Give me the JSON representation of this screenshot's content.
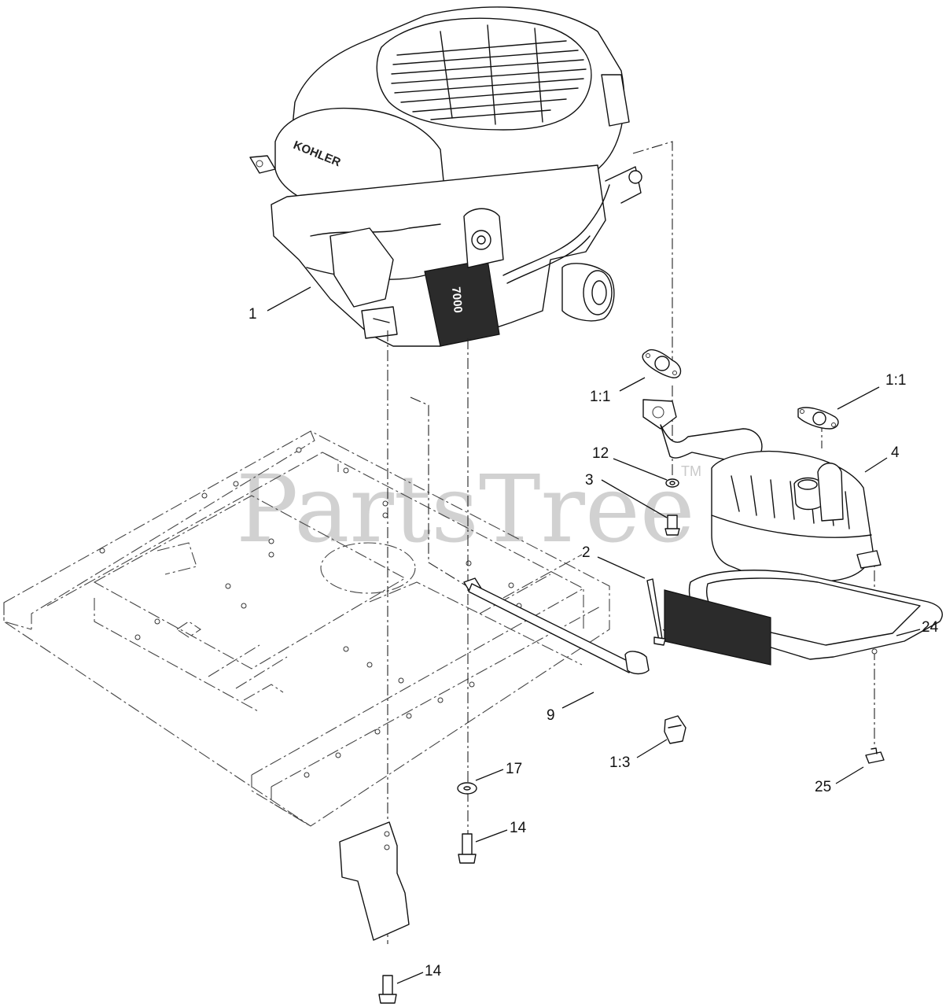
{
  "watermark": {
    "text": "PartsTree",
    "mark": "TM"
  },
  "engine_labels": {
    "brand": "KOHLER",
    "model": "7000"
  },
  "callouts": [
    {
      "id": "engine",
      "label": "1"
    },
    {
      "id": "gasket-left",
      "label": "1:1"
    },
    {
      "id": "gasket-right",
      "label": "1:1"
    },
    {
      "id": "washer-12",
      "label": "12"
    },
    {
      "id": "bolt-3",
      "label": "3"
    },
    {
      "id": "muffler",
      "label": "4"
    },
    {
      "id": "rod-2",
      "label": "2"
    },
    {
      "id": "heat-shield",
      "label": "24"
    },
    {
      "id": "hose-9",
      "label": "9"
    },
    {
      "id": "drain-cap",
      "label": "1:3"
    },
    {
      "id": "washer-17",
      "label": "17"
    },
    {
      "id": "bolt-14-upper",
      "label": "14"
    },
    {
      "id": "screw-25",
      "label": "25"
    },
    {
      "id": "bolt-14-lower",
      "label": "14"
    }
  ]
}
